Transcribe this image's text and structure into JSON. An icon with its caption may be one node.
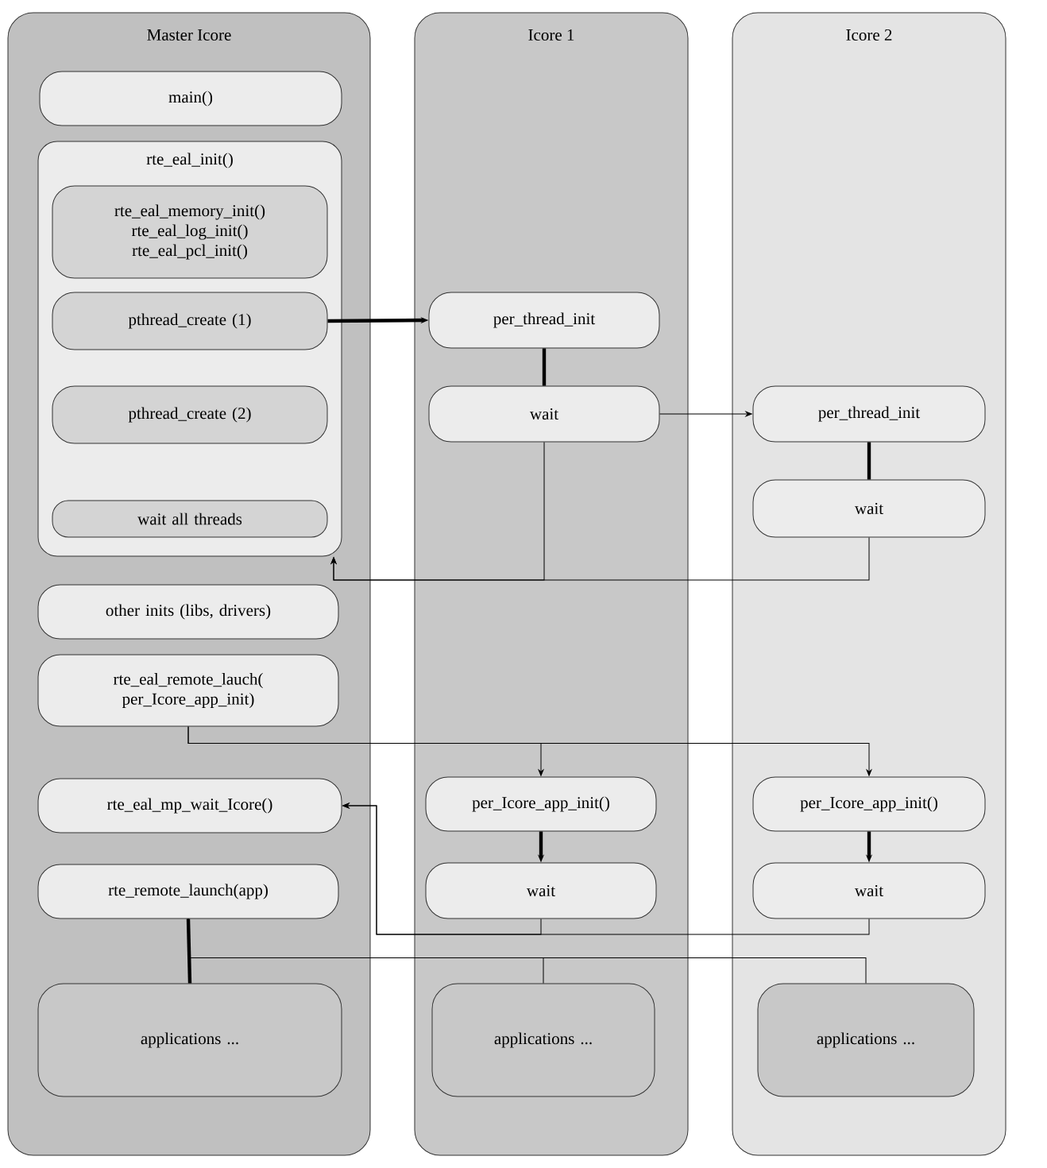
{
  "diagram": {
    "nodes": [
      {
        "text": [
          "Master Icore"
        ]
      },
      {
        "text": [
          "main()"
        ],
        "in": 0
      },
      {
        "text": [
          "rte_eal_init()"
        ],
        "in": 0
      },
      {
        "text": [
          "rte_eal_memory_init() rte_eal_log_init() rte_eal_pcl_init()"
        ],
        "in": 2
      },
      {
        "text": [
          "pthread_create (1)"
        ],
        "in": 2
      },
      {
        "text": [
          "pthread_create (2)"
        ],
        "in": 2
      },
      {
        "text": [
          "wait all threads"
        ],
        "in": 2
      },
      {
        "text": [
          "other inits (libs, drivers)"
        ],
        "in": 0
      },
      {
        "text": [
          "rte_eal_remote_lauch( per_Icore_app_init)"
        ],
        "in": 0
      },
      {
        "text": [
          "rte_eal_mp_wait_Icore()"
        ],
        "in": 0
      },
      {
        "text": [
          "rte_remote_launch(app)"
        ],
        "in": 0
      },
      {
        "text": [
          "applications ..."
        ],
        "in": 0
      },
      {
        "text": [
          "Icore 1"
        ]
      },
      {
        "text": [
          "per_thread_init"
        ],
        "in": 12
      },
      {
        "text": [
          "wait"
        ],
        "in": 12
      },
      {
        "text": [
          "per_Icore_app_init()"
        ],
        "in": 12
      },
      {
        "text": [
          "wait"
        ],
        "in": 12
      },
      {
        "text": [
          "applications ..."
        ],
        "in": 12
      },
      {
        "text": [
          "Icore 2"
        ]
      },
      {
        "text": [
          "per_thread_init"
        ],
        "in": 18
      },
      {
        "text": [
          "wait"
        ],
        "in": 18
      },
      {
        "text": [
          "per_Icore_app_init()"
        ],
        "in": 18
      },
      {
        "text": [
          "wait"
        ],
        "in": 18
      },
      {
        "text": [
          "applications ..."
        ],
        "in": 18
      }
    ],
    "edges": [
      {
        "from": 4,
        "to": 13,
        "arrow": "to",
        "style": "thick"
      },
      {
        "from": 13,
        "to": 14,
        "arrow": "none",
        "style": "thick"
      },
      {
        "from": 14,
        "to": 19,
        "arrow": "to"
      },
      {
        "from": 19,
        "to": 20,
        "arrow": "none",
        "style": "thick"
      },
      {
        "from": 14,
        "to": 2,
        "arrow": "to"
      },
      {
        "from": 20,
        "to": 2,
        "arrow": "to"
      },
      {
        "from": 8,
        "to": 15,
        "arrow": "to"
      },
      {
        "from": 8,
        "to": 21,
        "arrow": "to"
      },
      {
        "from": 15,
        "to": 16,
        "arrow": "to",
        "style": "thick"
      },
      {
        "from": 21,
        "to": 22,
        "arrow": "to",
        "style": "thick"
      },
      {
        "from": 16,
        "to": 9,
        "arrow": "to"
      },
      {
        "from": 22,
        "to": 9,
        "arrow": "to"
      },
      {
        "from": 10,
        "to": 11,
        "arrow": "none",
        "style": "thick"
      },
      {
        "from": 10,
        "to": 17,
        "arrow": "none"
      },
      {
        "from": 10,
        "to": 23,
        "arrow": "none"
      }
    ]
  }
}
